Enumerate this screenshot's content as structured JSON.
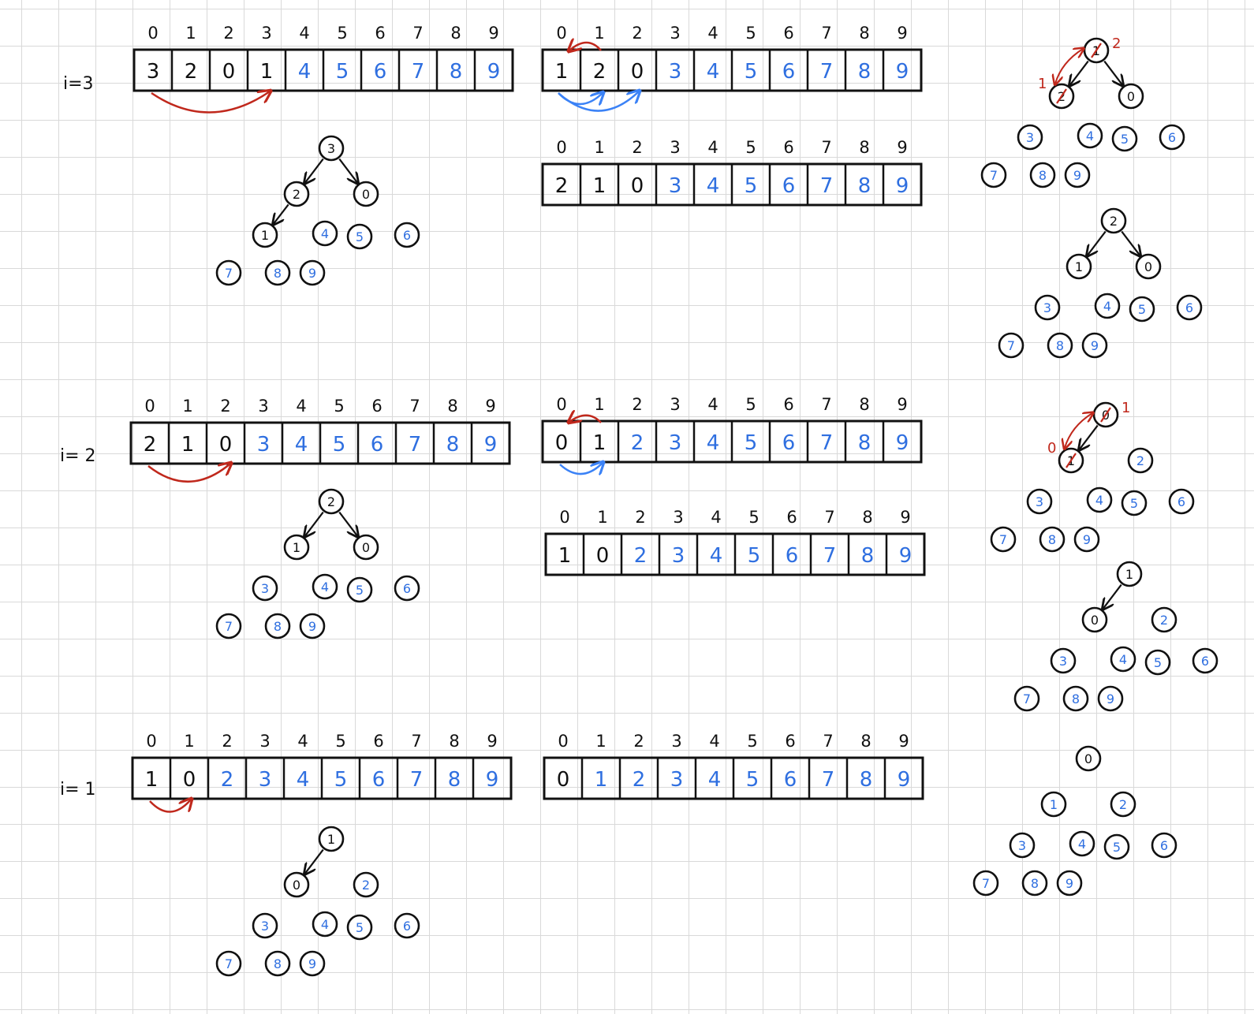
{
  "colors": {
    "ink": "#111111",
    "sorted": "#2f6fe0",
    "swap_arrow": "#c0281c",
    "sift_arrow": "#3b82f6"
  },
  "index_labels": [
    "0",
    "1",
    "2",
    "3",
    "4",
    "5",
    "6",
    "7",
    "8",
    "9"
  ],
  "rows": [
    {
      "label": "i=3",
      "sorted_from": 4,
      "first_array": [
        "3",
        "2",
        "0",
        "1",
        "4",
        "5",
        "6",
        "7",
        "8",
        "9"
      ],
      "second_array": [
        "1",
        "2",
        "0",
        "3",
        "4",
        "5",
        "6",
        "7",
        "8",
        "9"
      ],
      "third_array": [
        "2",
        "1",
        "0",
        "3",
        "4",
        "5",
        "6",
        "7",
        "8",
        "9"
      ]
    },
    {
      "label": "i= 2",
      "sorted_from": 3,
      "first_array": [
        "2",
        "1",
        "0",
        "3",
        "4",
        "5",
        "6",
        "7",
        "8",
        "9"
      ],
      "second_array": [
        "0",
        "1",
        "2",
        "3",
        "4",
        "5",
        "6",
        "7",
        "8",
        "9"
      ],
      "second_sorted_from": 2,
      "third_array": [
        "1",
        "0",
        "2",
        "3",
        "4",
        "5",
        "6",
        "7",
        "8",
        "9"
      ],
      "third_sorted_from": 2
    },
    {
      "label": "i= 1",
      "sorted_from": 2,
      "first_array": [
        "1",
        "0",
        "2",
        "3",
        "4",
        "5",
        "6",
        "7",
        "8",
        "9"
      ],
      "second_array": [
        "0",
        "1",
        "2",
        "3",
        "4",
        "5",
        "6",
        "7",
        "8",
        "9"
      ],
      "second_sorted_from": 1
    }
  ],
  "trees": [
    {
      "id": "row1-mid",
      "values": [
        "3",
        "2",
        "0",
        "1",
        "4",
        "5",
        "6",
        "7",
        "8",
        "9"
      ],
      "sorted_from": 4
    },
    {
      "id": "row1-right-a",
      "values": [
        "1",
        "2",
        "0",
        "3",
        "4",
        "5",
        "6",
        "7",
        "8",
        "9"
      ],
      "sorted_from": 3,
      "annotations": [
        "2",
        "1"
      ]
    },
    {
      "id": "row1-right-b",
      "values": [
        "2",
        "1",
        "0",
        "3",
        "4",
        "5",
        "6",
        "7",
        "8",
        "9"
      ],
      "sorted_from": 3
    },
    {
      "id": "row2-mid",
      "values": [
        "2",
        "1",
        "0",
        "3",
        "4",
        "5",
        "6",
        "7",
        "8",
        "9"
      ],
      "sorted_from": 3
    },
    {
      "id": "row2-right-a",
      "values": [
        "0",
        "1",
        "2",
        "3",
        "4",
        "5",
        "6",
        "7",
        "8",
        "9"
      ],
      "sorted_from": 2,
      "annotations": [
        "1",
        "0"
      ]
    },
    {
      "id": "row2-right-b",
      "values": [
        "1",
        "0",
        "2",
        "3",
        "4",
        "5",
        "6",
        "7",
        "8",
        "9"
      ],
      "sorted_from": 2
    },
    {
      "id": "row3-mid",
      "values": [
        "1",
        "0",
        "2",
        "3",
        "4",
        "5",
        "6",
        "7",
        "8",
        "9"
      ],
      "sorted_from": 2
    },
    {
      "id": "row3-right",
      "values": [
        "0",
        "1",
        "2",
        "3",
        "4",
        "5",
        "6",
        "7",
        "8",
        "9"
      ],
      "sorted_from": 1
    }
  ]
}
